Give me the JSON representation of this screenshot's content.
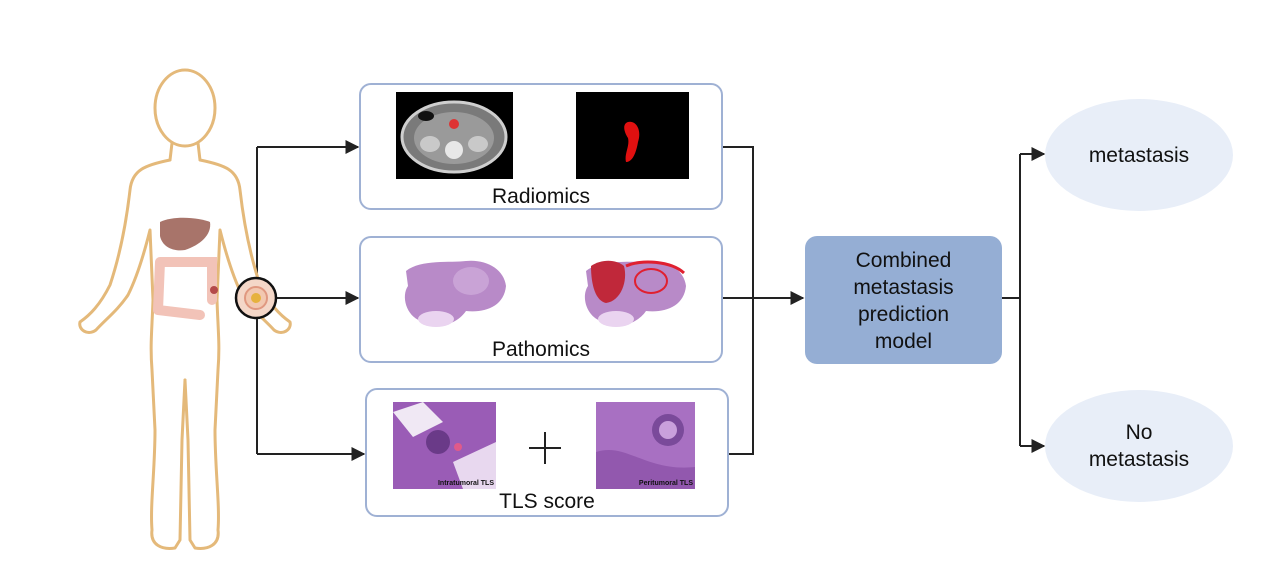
{
  "panels": {
    "radiomics": {
      "label": "Radiomics"
    },
    "pathomics": {
      "label": "Pathomics"
    },
    "tls": {
      "label": "TLS score",
      "img_left_caption": "Intratumoral TLS",
      "img_right_caption": "Peritumoral TLS"
    }
  },
  "model": {
    "lines": [
      "Combined",
      "metastasis",
      "prediction",
      "model"
    ]
  },
  "outcomes": {
    "positive": {
      "lines": [
        "metastasis"
      ]
    },
    "negative": {
      "lines": [
        "No",
        "metastasis"
      ]
    }
  },
  "colors": {
    "panel_border": "#9fb1d4",
    "model_fill": "#95aed4",
    "outcome_fill": "#e8eef8",
    "body_outline": "#e4b97a",
    "arrow": "#222222"
  }
}
